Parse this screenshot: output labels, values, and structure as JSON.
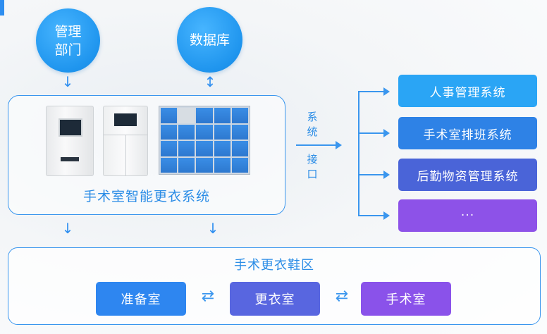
{
  "top": {
    "management": [
      "管理",
      "部门"
    ],
    "database": "数据库"
  },
  "system": {
    "title": "手术室智能更衣系统"
  },
  "interface": [
    "系",
    "统",
    "接",
    "口"
  ],
  "external_systems": [
    {
      "label": "人事管理系统",
      "color": "#2aa5f5"
    },
    {
      "label": "手术室排班系统",
      "color": "#2e82e6"
    },
    {
      "label": "后勤物资管理系统",
      "color": "#4a64d8"
    },
    {
      "label": "···",
      "color": "#8d52e8"
    }
  ],
  "zone": {
    "title": "手术更衣鞋区",
    "rooms": [
      {
        "label": "准备室",
        "color": "#2e86f0"
      },
      {
        "label": "更衣室",
        "color": "#5866e0"
      },
      {
        "label": "手术室",
        "color": "#8a52ea"
      }
    ]
  },
  "arrows": {
    "down": "↓",
    "updown": "↕",
    "swap": "⇄"
  }
}
